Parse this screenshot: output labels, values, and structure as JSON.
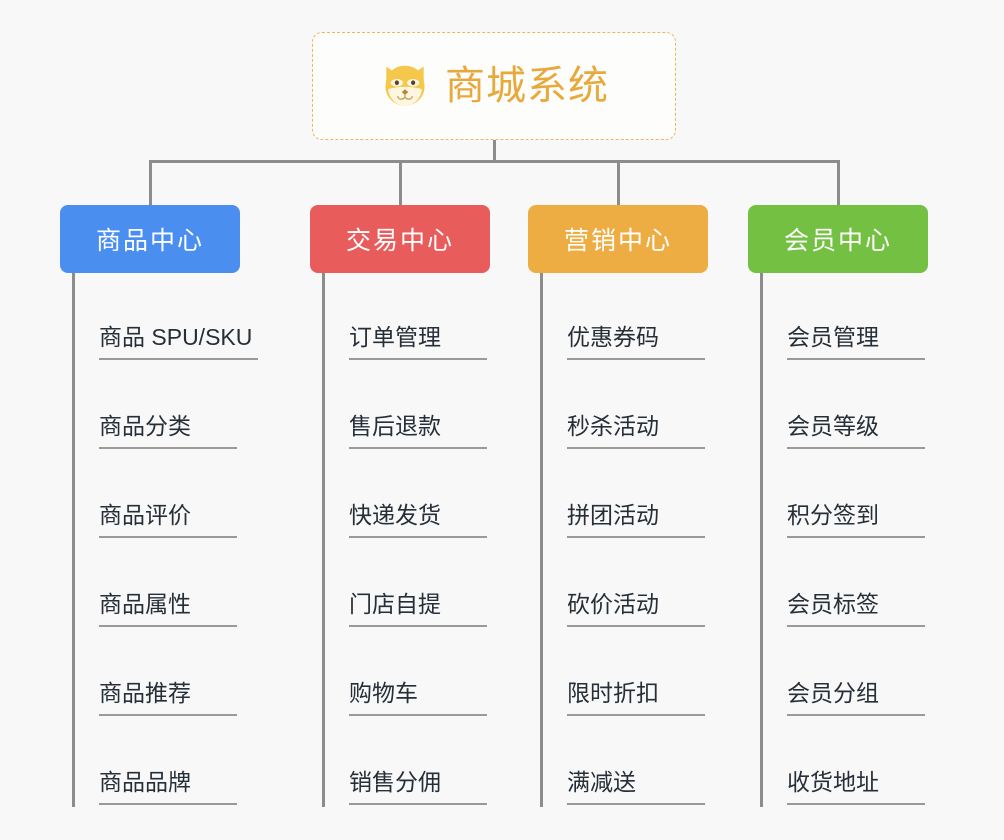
{
  "diagram": {
    "type": "mindmap-tree",
    "background_color": "#f8f8f8",
    "root": {
      "title": "商城系统",
      "icon": "shiba-dog-face-icon",
      "icon_color": "#f5c84b",
      "text_color": "#e8a93c",
      "border_style": "dashed",
      "border_color": "#e9b75c"
    },
    "branches": [
      {
        "id": "product",
        "label": "商品中心",
        "color": "#4a8ef0",
        "items": [
          "商品 SPU/SKU",
          "商品分类",
          "商品评价",
          "商品属性",
          "商品推荐",
          "商品品牌"
        ]
      },
      {
        "id": "trade",
        "label": "交易中心",
        "color": "#e85c5c",
        "items": [
          "订单管理",
          "售后退款",
          "快递发货",
          "门店自提",
          "购物车",
          "销售分佣"
        ]
      },
      {
        "id": "market",
        "label": "营销中心",
        "color": "#eead43",
        "items": [
          "优惠券码",
          "秒杀活动",
          "拼团活动",
          "砍价活动",
          "限时折扣",
          "满减送"
        ]
      },
      {
        "id": "member",
        "label": "会员中心",
        "color": "#74c043",
        "items": [
          "会员管理",
          "会员等级",
          "积分签到",
          "会员标签",
          "会员分组",
          "收货地址"
        ]
      }
    ],
    "connector_color": "#8c8c8c",
    "leaf_text_color": "#262f38",
    "leaf_underline_color": "#9a9a9a"
  }
}
